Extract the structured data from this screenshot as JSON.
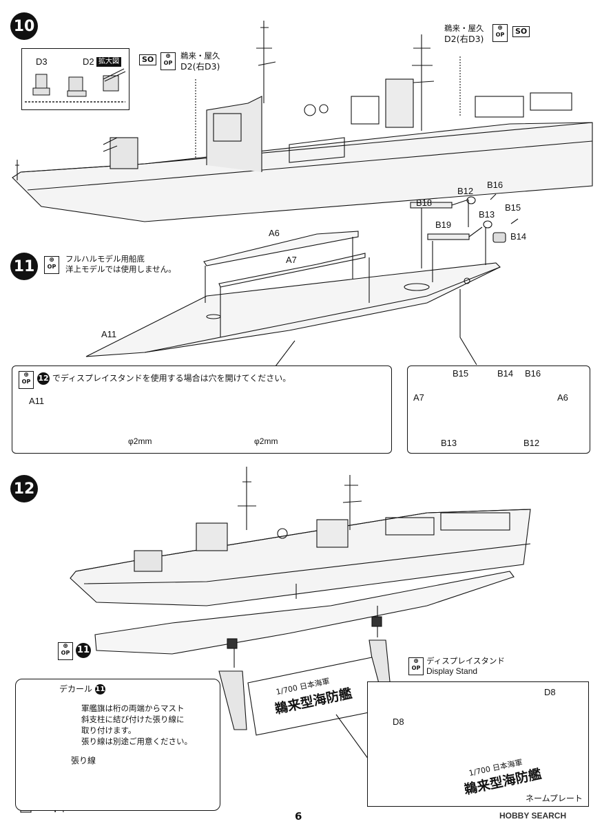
{
  "steps": {
    "s10": "10",
    "s11": "11",
    "s12": "12"
  },
  "step10": {
    "inset_labels": [
      "D3",
      "D2"
    ],
    "inset_badge": "拡大図",
    "so_tag": "SO",
    "op_tag": "OP",
    "left_callout": {
      "line1": "鵜来・屋久",
      "line2": "D2(右D3)"
    },
    "right_callout": {
      "line1": "鵜来・屋久",
      "line2": "D2(右D3)"
    }
  },
  "step11": {
    "note_line1": "フルハルモデル用船底",
    "note_line2": "洋上モデルでは使用しません。",
    "parts_upper": [
      "A6",
      "A7",
      "A11"
    ],
    "parts_stern": [
      "B18",
      "B12",
      "B16",
      "B13",
      "B15",
      "B19",
      "B14"
    ],
    "drill_note_num": "12",
    "drill_note_text": "でディスプレイスタンドを使用する場合は穴を開けてください。",
    "drill_hull_label": "A11",
    "drill_size_1": "φ2mm",
    "drill_size_2": "φ2mm",
    "detail_labels": {
      "b15": "B15",
      "b14": "B14",
      "b16": "B16",
      "a7": "A7",
      "a6": "A6",
      "b13": "B13",
      "b12": "B12"
    }
  },
  "step12": {
    "op_ref_num": "11",
    "stand_title_jp": "ディスプレイスタンド",
    "stand_title_en": "Display Stand",
    "plate_line1": "1/700 日本海軍",
    "plate_line2": "鵜来型海防艦",
    "plate2_line1": "1/700 日本海軍",
    "plate2_line2": "鵜来型海防艦",
    "d8_a": "D8",
    "d8_b": "D8",
    "nameplate_label": "ネームプレート",
    "decal_title": "デカール",
    "decal_num": "11",
    "decal_text": [
      "軍艦旗は桁の両端からマスト",
      "斜支柱に結び付けた張り線に",
      "取り付けます。",
      "張り線は別途ご用意ください。"
    ],
    "rigging_label": "張り線"
  },
  "footer": {
    "page": "6",
    "watermark": "HOBBY SEARCH"
  }
}
